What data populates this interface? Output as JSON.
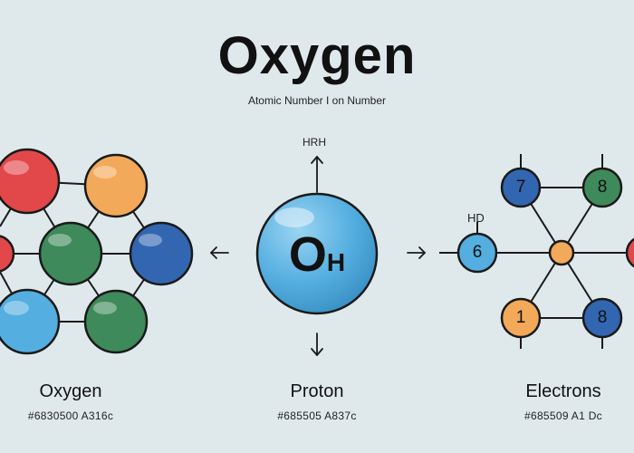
{
  "title": "Oxygen",
  "subtitle": "Atomic Number I on Number",
  "center": {
    "top_label": "HRH",
    "symbol": "O",
    "symbol_sub": "H"
  },
  "right": {
    "side_label": "HD",
    "nodes": [
      "7",
      "8",
      "6",
      "1",
      "8"
    ]
  },
  "panels": [
    {
      "title": "Oxygen",
      "code": "#6830500 A316c"
    },
    {
      "title": "Proton",
      "code": "#685505 A837c"
    },
    {
      "title": "Electrons",
      "code": "#685509 A1 Dc"
    }
  ],
  "colors": {
    "background": "#dfe9ec",
    "red": "#e2484a",
    "orange": "#f3a95a",
    "green": "#3e8a5a",
    "blue": "#3266b1",
    "light_blue": "#54aee0",
    "outline": "#1a1a1a"
  }
}
